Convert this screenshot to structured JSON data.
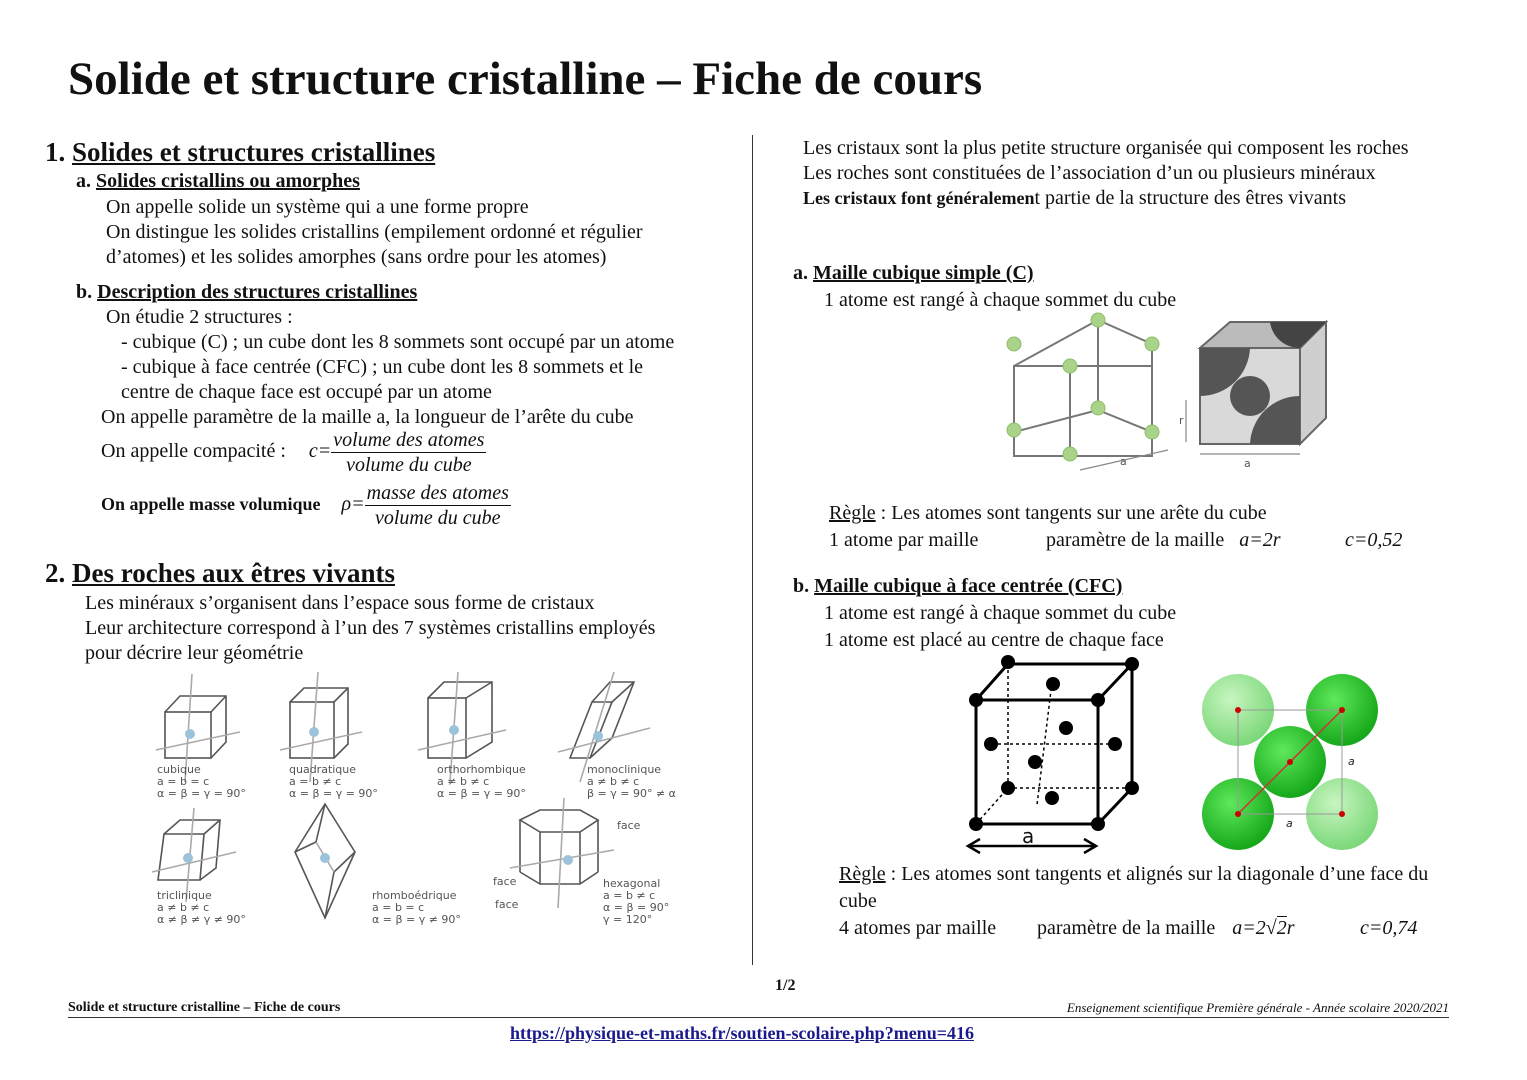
{
  "title": "Solide et structure cristalline – Fiche de cours",
  "section1": {
    "number": "1.",
    "heading": "Solides et structures cristallines",
    "a": {
      "letter": "a.",
      "heading": "Solides cristallins ou amorphes",
      "lines": [
        "On appelle solide un système qui a une forme propre",
        "On distingue les solides cristallins (empilement ordonné et régulier",
        "d’atomes) et les solides amorphes (sans ordre pour les atomes)"
      ]
    },
    "b": {
      "letter": "b.",
      "heading": "Description des structures cristallines",
      "lines": [
        "On étudie 2 structures :",
        "- cubique (C) ; un cube dont les 8 sommets sont occupé par un atome",
        "- cubique à face centrée (CFC) ; un cube dont les 8 sommets et le",
        "centre de chaque face est occupé par un atome",
        "On appelle paramètre de la maille a, la longueur de l’arête du cube"
      ],
      "compacite_label": "On appelle compacité :",
      "compacite_lhs": "c=",
      "compacite_num": "volume des atomes",
      "compacite_den": "volume du cube",
      "masse_label": "On appelle masse volumique",
      "masse_lhs": "ρ=",
      "masse_num": "masse des atomes",
      "masse_den": "volume du cube"
    }
  },
  "section2": {
    "number": "2.",
    "heading": "Des roches aux êtres vivants",
    "lines": [
      "Les minéraux s’organisent dans l’espace sous forme de cristaux",
      "Leur architecture correspond à l’un des 7 systèmes cristallins employés",
      "pour décrire leur géométrie"
    ],
    "systems": [
      {
        "name": "cubique",
        "l1": "a = b = c",
        "l2": "α = β = γ = 90°"
      },
      {
        "name": "quadratique",
        "l1": "a = b ≠ c",
        "l2": "α = β = γ = 90°"
      },
      {
        "name": "orthorhombique",
        "l1": "a ≠ b ≠ c",
        "l2": "α = β = γ = 90°"
      },
      {
        "name": "monoclinique",
        "l1": "a ≠ b ≠ c",
        "l2": "β = γ = 90° ≠ α"
      },
      {
        "name": "triclinique",
        "l1": "a ≠ b ≠ c",
        "l2": "α ≠ β ≠ γ ≠ 90°"
      },
      {
        "name": "rhomboédrique",
        "l1": "a = b = c",
        "l2": "α = β = γ ≠ 90°"
      },
      {
        "name": "hexagonal",
        "l1": "a = b ≠ c",
        "l2": "α = β = 90°",
        "l3": "γ = 120°"
      }
    ],
    "hex_face_labels": [
      "face",
      "face",
      "face"
    ]
  },
  "right": {
    "intro": [
      "Les cristaux sont la plus petite structure organisée qui composent les roches",
      "Les roches sont constituées de l’association d’un ou plusieurs minéraux"
    ],
    "intro3_bold": "Les cristaux font généralemen",
    "intro3_rest": "t partie de la structure des êtres vivants",
    "a": {
      "letter": "a.",
      "heading": "Maille cubique simple (C)",
      "line": "1 atome est rangé à chaque sommet du cube",
      "regle_word": "Règle",
      "regle_text": " : Les atomes sont tangents sur une arête du cube",
      "per_cell": "1 atome par maille",
      "param_label": "paramètre de la maille",
      "param_value": "a=2r",
      "compacity": "c=0,52",
      "fig_a": "a",
      "fig_r": "r"
    },
    "b": {
      "letter": "b.",
      "heading": "Maille cubique à face centrée (CFC)",
      "line1": "1 atome est rangé à chaque sommet du cube",
      "line2": "1 atome est placé au centre de chaque face",
      "regle_word": "Règle",
      "regle_text": " : Les atomes sont tangents et alignés sur la diagonale d’une face du",
      "regle_text2": "cube",
      "per_cell": "4 atomes par maille",
      "param_label": "paramètre de la maille",
      "param_value_pre": "a=2",
      "param_value_root": "2",
      "param_value_post": "r",
      "compacity": "c=0,74",
      "fig_a": "a"
    }
  },
  "footer": {
    "page": "1/2",
    "left": "Solide et structure cristalline – Fiche de cours",
    "right": "Enseignement scientifique  Première générale  -  Année scolaire 2020/2021",
    "url": "https://physique-et-maths.fr/soutien-scolaire.php?menu=416"
  }
}
